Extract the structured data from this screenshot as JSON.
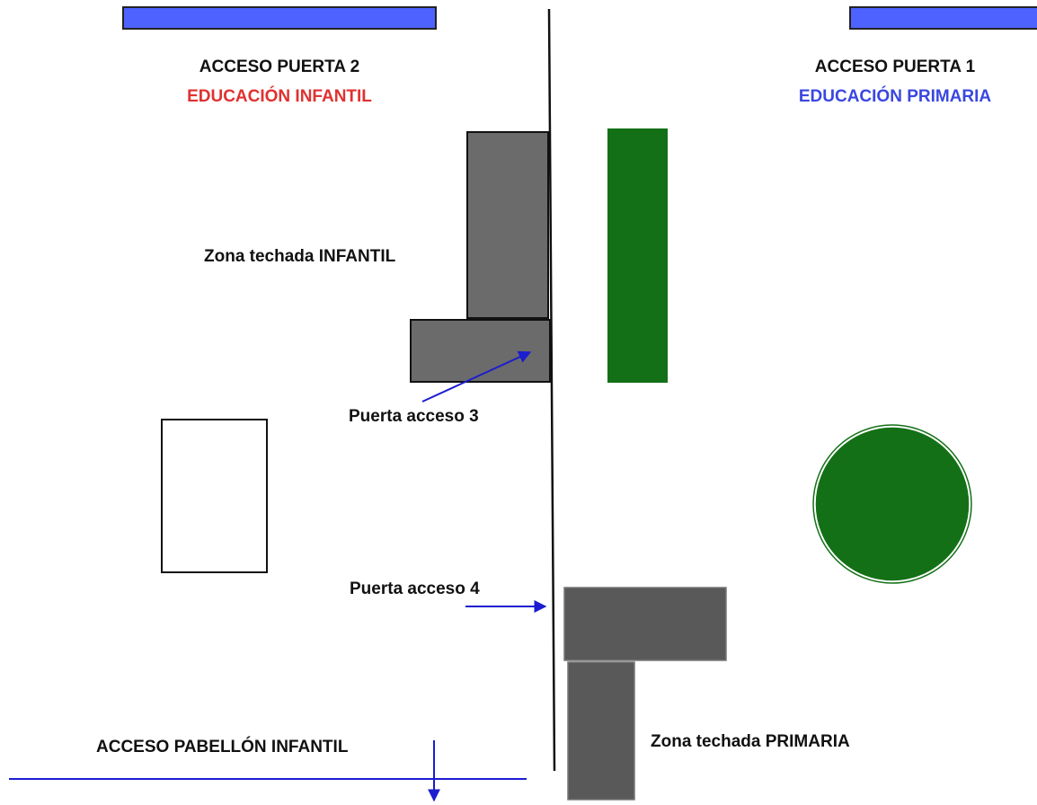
{
  "labels": {
    "access_gate_2": "ACCESO PUERTA 2",
    "infant_education": "EDUCACIÓN INFANTIL",
    "access_gate_1": "ACCESO PUERTA 1",
    "primary_education": "EDUCACIÓN PRIMARIA",
    "covered_area_infant": "Zona techada INFANTIL",
    "access_door_3": "Puerta acceso 3",
    "access_door_4": "Puerta acceso 4",
    "pavilion_access": "ACCESO PABELLÓN INFANTIL",
    "covered_area_primary": "Zona techada PRIMARIA"
  },
  "colors": {
    "gate_bar": "#4e62ff",
    "infant_text": "#e03131",
    "primary_text": "#3a47e0",
    "covered_area": "#6b6b6b",
    "covered_area_dark": "#595959",
    "green_area": "#137016",
    "arrow": "#1c1cd0",
    "text": "#111111"
  }
}
